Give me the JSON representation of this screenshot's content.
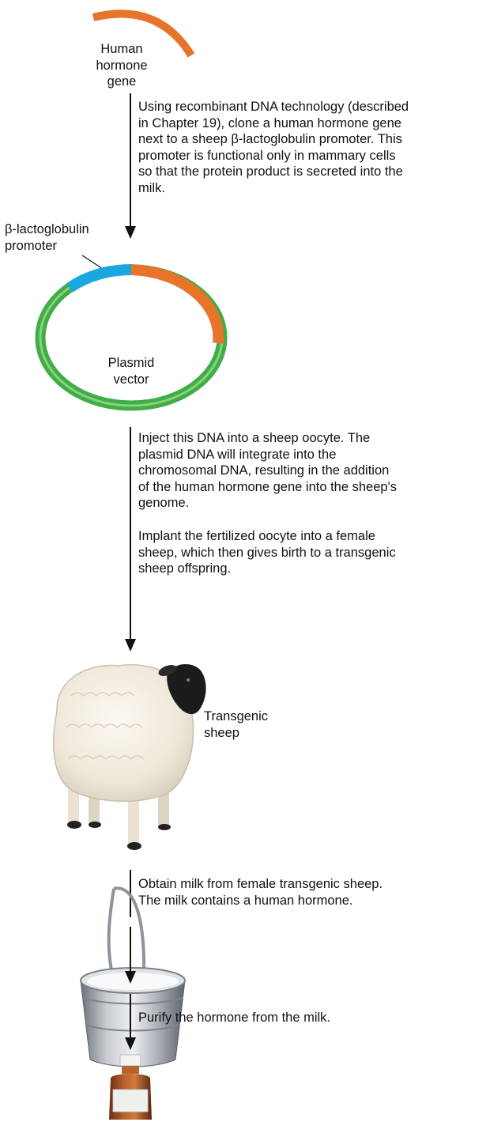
{
  "labels": {
    "gene": [
      "Human",
      "hormone",
      "gene"
    ],
    "promoter": [
      "β-lactoglobulin",
      "promoter"
    ],
    "plasmid": [
      "Plasmid",
      "vector"
    ],
    "sheep": [
      "Transgenic",
      "sheep"
    ]
  },
  "steps": {
    "step1": [
      "Using recombinant DNA technology (described",
      "in Chapter 19), clone a human hormone gene",
      "next to a sheep β-lactoglobulin promoter. This",
      "promoter is functional only in mammary cells",
      "so that the protein product is secreted into the",
      "milk."
    ],
    "step2": [
      "Inject this DNA into a sheep oocyte. The",
      "plasmid DNA will integrate into the",
      "chromosomal DNA, resulting in the addition",
      "of the human hormone gene into the sheep's",
      "genome."
    ],
    "step3": [
      "Implant the fertilized oocyte into a female",
      "sheep, which then gives birth to a transgenic",
      "sheep offspring."
    ],
    "step4": [
      "Obtain milk from female transgenic sheep.",
      "The milk contains a human hormone."
    ],
    "step5": [
      "Purify the hormone from the milk."
    ]
  },
  "colors": {
    "gene": "#e8732a",
    "promoter": "#1aa7e0",
    "plasmid": "#3fae49",
    "arrow": "#111111"
  }
}
